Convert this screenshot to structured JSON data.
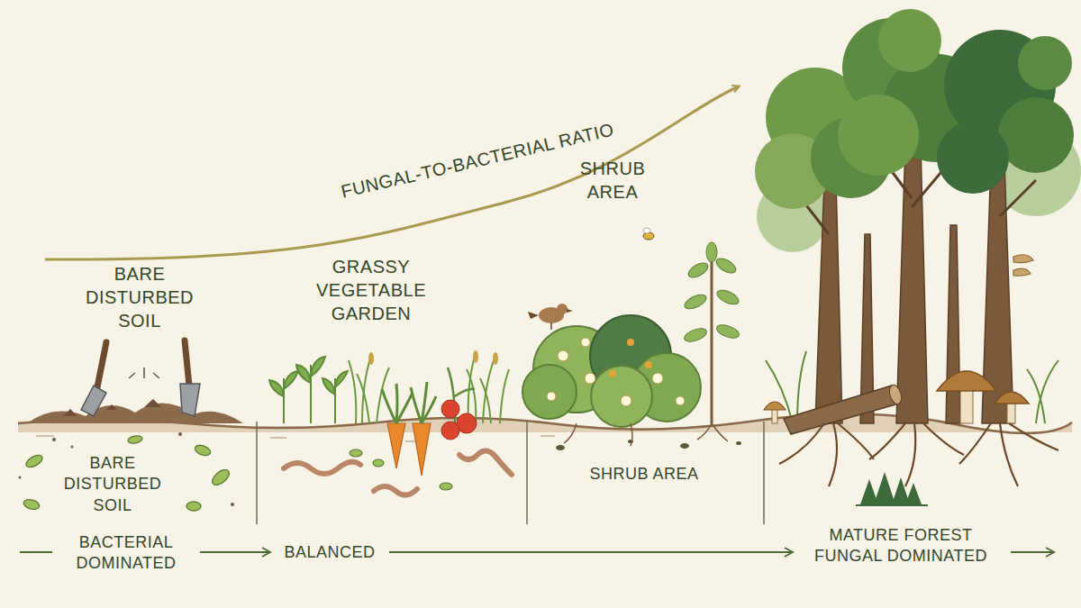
{
  "diagram": {
    "labels": [
      "FUNGAL-TO-BACTERIAL RATIO",
      "BARE DISTURBED SOIL",
      "GRASSY VEGETABLE GARDEN",
      "SHRUB AREA",
      "BARE DISTURBED SOIL",
      "SHRUB AREA",
      "BACTERIAL DOMINATED",
      "BALANCED",
      "MATURE FOREST FUNGAL DOMINATED"
    ]
  }
}
